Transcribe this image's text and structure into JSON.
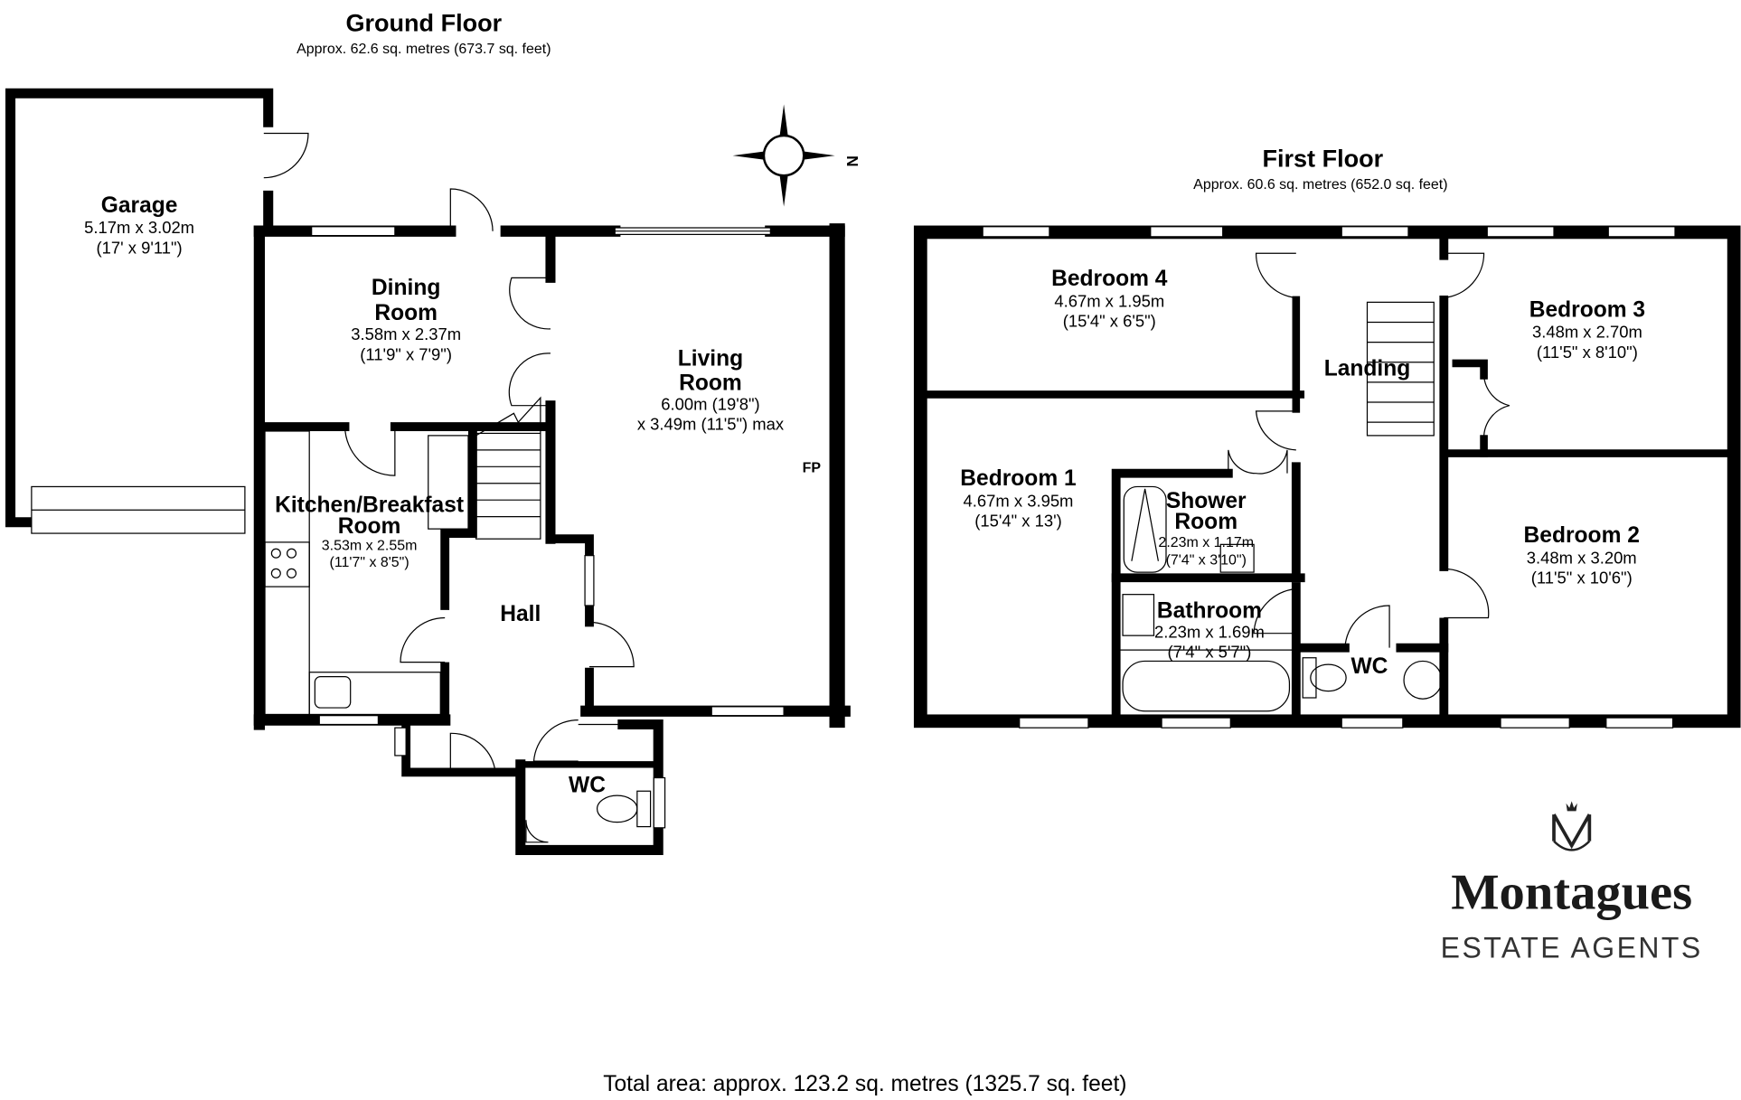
{
  "ground_floor": {
    "title": "Ground Floor",
    "area": "Approx. 62.6 sq. metres (673.7 sq. feet)",
    "rooms": {
      "garage": {
        "name": "Garage",
        "metric": "5.17m x 3.02m",
        "imperial": "(17' x 9'11\")"
      },
      "dining": {
        "name1": "Dining",
        "name2": "Room",
        "metric": "3.58m x 2.37m",
        "imperial": "(11'9\" x 7'9\")"
      },
      "living": {
        "name1": "Living",
        "name2": "Room",
        "dim1": "6.00m (19'8\")",
        "dim2": "x 3.49m (11'5\") max",
        "fp": "FP"
      },
      "kitchen": {
        "name1": "Kitchen/Breakfast",
        "name2": "Room",
        "metric": "3.53m x 2.55m",
        "imperial": "(11'7\" x 8'5\")"
      },
      "hall": {
        "name": "Hall"
      },
      "wc": {
        "name": "WC"
      }
    },
    "compass_label": "N"
  },
  "first_floor": {
    "title": "First Floor",
    "area": "Approx. 60.6 sq. metres (652.0 sq. feet)",
    "rooms": {
      "bedroom4": {
        "name": "Bedroom 4",
        "metric": "4.67m x 1.95m",
        "imperial": "(15'4\" x 6'5\")"
      },
      "bedroom3": {
        "name": "Bedroom 3",
        "metric": "3.48m x 2.70m",
        "imperial": "(11'5\" x 8'10\")"
      },
      "landing": {
        "name": "Landing"
      },
      "bedroom1": {
        "name": "Bedroom 1",
        "metric": "4.67m x 3.95m",
        "imperial": "(15'4\" x 13')"
      },
      "shower": {
        "name1": "Shower",
        "name2": "Room",
        "metric": "2.23m x 1.17m",
        "imperial": "(7'4\" x 3'10\")"
      },
      "bedroom2": {
        "name": "Bedroom 2",
        "metric": "3.48m x 3.20m",
        "imperial": "(11'5\" x 10'6\")"
      },
      "bathroom": {
        "name": "Bathroom",
        "metric": "2.23m x 1.69m",
        "imperial": "(7'4\" x 5'7\")"
      },
      "wc": {
        "name": "WC"
      }
    }
  },
  "total_area": "Total area: approx. 123.2 sq. metres (1325.7 sq. feet)",
  "brand": {
    "name": "Montagues",
    "tagline": "ESTATE AGENTS"
  }
}
